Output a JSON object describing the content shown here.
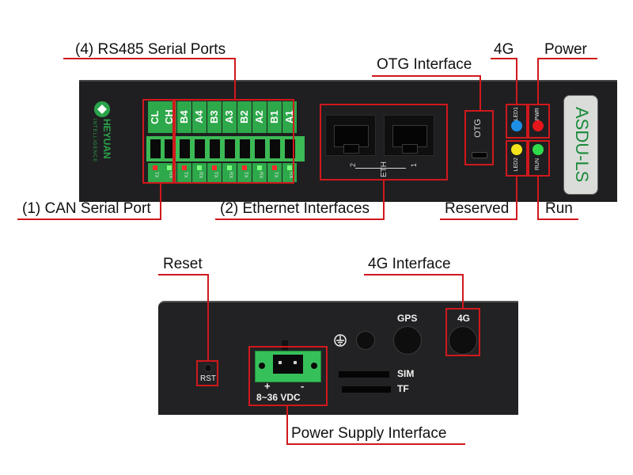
{
  "callouts": {
    "rs485": "(4) RS485 Serial Ports",
    "can": "(1) CAN Serial Port",
    "ethernet": "(2) Ethernet Interfaces",
    "otg": "OTG Interface",
    "g4": "4G",
    "power": "Power",
    "reserved": "Reserved",
    "run": "Run",
    "reset": "Reset",
    "g4_interface": "4G Interface",
    "power_supply": "Power Supply Interface"
  },
  "top_device": {
    "brand": "HEYUAN",
    "brand_sub": "INTELLIGENCE",
    "model": "ASDU-LS",
    "terminals": [
      "CL",
      "CH",
      "B4",
      "A4",
      "B3",
      "A3",
      "B2",
      "A2",
      "B1",
      "A1"
    ],
    "tx_rx": [
      "TX",
      "RX",
      "TX",
      "RX",
      "TX",
      "RX",
      "TX",
      "RX",
      "TX",
      "RX"
    ],
    "eth_label": "ETH",
    "eth_port_1": "1",
    "eth_port_2": "2",
    "otg_label": "OTG",
    "led1": "LED1",
    "led2": "LED2",
    "pwr": "PWR",
    "run_led": "RUN"
  },
  "bottom_device": {
    "rst": "RST",
    "polarity_plus": "+",
    "polarity_minus": "-",
    "voltage": "8~36 VDC",
    "gps": "GPS",
    "g4": "4G",
    "sim": "SIM",
    "tf": "TF"
  },
  "colors": {
    "callout_red": "#d0181c",
    "terminal_green": "#3cba55",
    "led_blue": "#1e8fe6",
    "led_yellow": "#f3e31a",
    "led_red": "#e5171b",
    "led_green": "#2fdb4a",
    "model_text": "#1a8a3a"
  }
}
